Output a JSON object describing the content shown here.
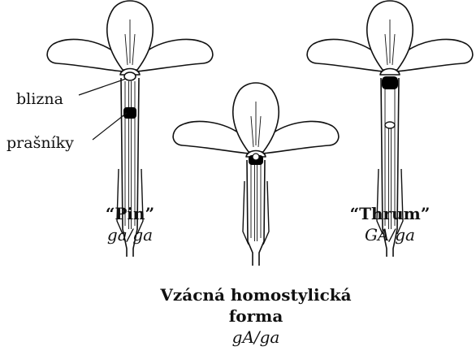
{
  "labels": {
    "stigma": "blizna",
    "anthers": "prašníky"
  },
  "flowers": {
    "pin": {
      "name": "“Pin”",
      "genotype": "ga/ga"
    },
    "thrum": {
      "name": "“Thrum”",
      "genotype": "GA/ga"
    },
    "homostyle": {
      "name_line1": "Vzácná homostylická",
      "name_line2": "forma",
      "genotype": "gA/ga"
    }
  },
  "colors": {
    "ink": "#111111",
    "fill": "#ffffff",
    "anther": "#000000"
  }
}
